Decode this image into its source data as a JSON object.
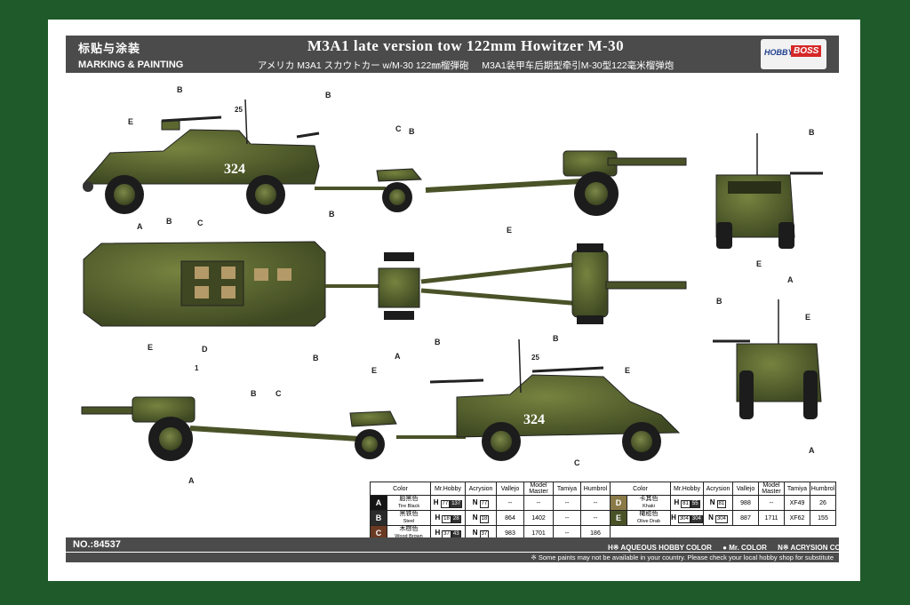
{
  "header": {
    "section_cn": "标贴与涂装",
    "section_en": "MARKING & PAINTING",
    "title": "M3A1  late version tow 122mm Howitzer M-30",
    "subtitle_jp": "アメリカ M3A1 スカウトカー w/M-30 122㎜榴弾砲",
    "subtitle_cn": "M3A1装甲车后期型牵引M-30型122毫米榴弹炮",
    "logo_a": "HOBBY",
    "logo_b": "BOSS"
  },
  "vehicle_number": "324",
  "decal_25": "25",
  "decal_1": "1",
  "callouts": {
    "A": "A",
    "B": "B",
    "C": "C",
    "D": "D",
    "E": "E"
  },
  "table": {
    "headers": [
      "Color",
      "Mr.Hobby",
      "Acrysion",
      "Vallejo",
      "Model Master",
      "Tamiya",
      "Humbrol"
    ],
    "left_rows": [
      {
        "key": "A",
        "swatch": "#141414",
        "cn": "胎黑色",
        "en": "Tire Black",
        "h": "77",
        "h2": "137",
        "n": "77",
        "vallejo": "--",
        "mm": "--",
        "tamiya": "--",
        "humbrol": "--"
      },
      {
        "key": "B",
        "swatch": "#2b2b2b",
        "cn": "黑铁色",
        "en": "Steel",
        "h": "18",
        "h2": "28",
        "n": "18",
        "vallejo": "864",
        "mm": "1402",
        "tamiya": "--",
        "humbrol": "--"
      },
      {
        "key": "C",
        "swatch": "#6b3a22",
        "cn": "木棕色",
        "en": "Wood Brown",
        "h": "37",
        "h2": "43",
        "n": "37",
        "vallejo": "983",
        "mm": "1701",
        "tamiya": "--",
        "humbrol": "186"
      }
    ],
    "right_rows": [
      {
        "key": "D",
        "swatch": "#8a7a48",
        "cn": "卡其色",
        "en": "Khaki",
        "h": "81",
        "h2": "55",
        "n": "81",
        "vallejo": "988",
        "mm": "--",
        "tamiya": "XF49",
        "humbrol": "26"
      },
      {
        "key": "E",
        "swatch": "#4a5228",
        "cn": "橄榄色",
        "en": "Olive Drab",
        "h": "304",
        "h2": "304",
        "n": "304",
        "vallejo": "887",
        "mm": "1711",
        "tamiya": "XF62",
        "humbrol": "155"
      }
    ]
  },
  "footer": {
    "kit_no": "NO.:84537",
    "legend_h": "H※ AQUEOUS HOBBY COLOR",
    "legend_mr": "● Mr. COLOR",
    "legend_n": "N※ ACRYSION COLOR",
    "note": "※ Some paints may not be available in your country. Please check your local hobby shop for substitute"
  },
  "colors": {
    "olive": "#4f5b2c",
    "olive_light": "#6d7a3f",
    "tire": "#1c1c1c",
    "background": "#1f5a2a",
    "header_bar": "#4b4b4b",
    "leader": "#c02030"
  }
}
